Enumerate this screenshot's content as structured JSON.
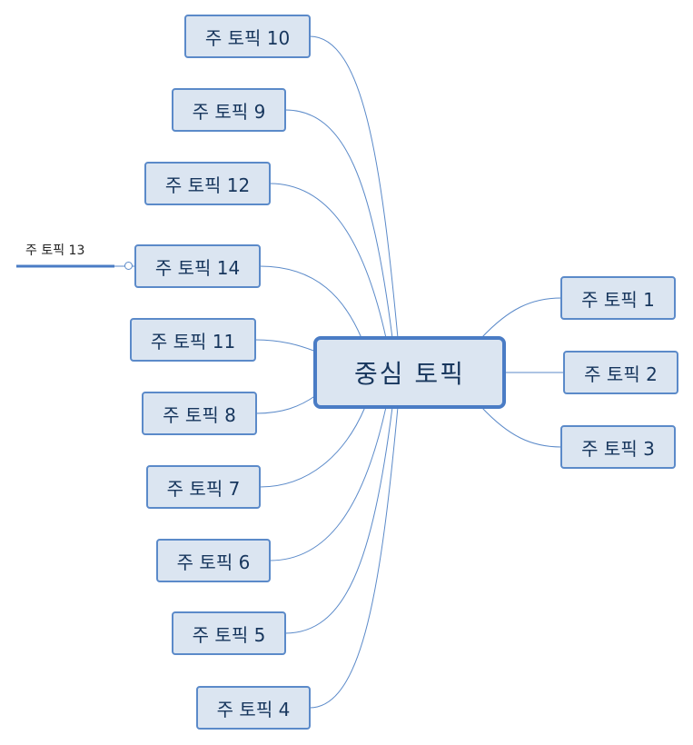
{
  "center": {
    "label": "중심 토픽"
  },
  "topics": [
    {
      "id": "10",
      "label": "주 토픽 10"
    },
    {
      "id": "9",
      "label": "주 토픽 9"
    },
    {
      "id": "12",
      "label": "주 토픽 12"
    },
    {
      "id": "14",
      "label": "주 토픽 14"
    },
    {
      "id": "11",
      "label": "주 토픽 11"
    },
    {
      "id": "8",
      "label": "주 토픽 8"
    },
    {
      "id": "7",
      "label": "주 토픽 7"
    },
    {
      "id": "6",
      "label": "주 토픽 6"
    },
    {
      "id": "5",
      "label": "주 토픽 5"
    },
    {
      "id": "4",
      "label": "주 토픽 4"
    },
    {
      "id": "1",
      "label": "주 토픽 1"
    },
    {
      "id": "2",
      "label": "주 토픽 2"
    },
    {
      "id": "3",
      "label": "주 토픽 3"
    }
  ],
  "subtopic": {
    "label": "주 토픽 13",
    "parent": "주 토픽 14"
  },
  "colors": {
    "node_fill": "#dbe5f1",
    "node_border": "#5b8ac9",
    "center_border": "#4a7cc5",
    "text": "#17365d",
    "connector": "#5b8ac9"
  }
}
